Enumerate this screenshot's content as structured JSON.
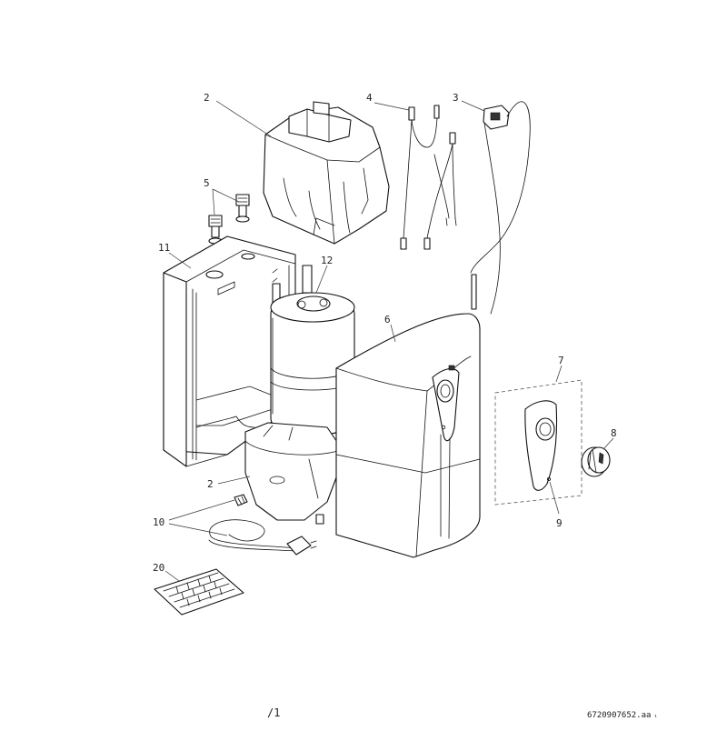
{
  "diagram": {
    "callouts": [
      {
        "id": "c2-top",
        "label": "2"
      },
      {
        "id": "c4",
        "label": "4"
      },
      {
        "id": "c3",
        "label": "3"
      },
      {
        "id": "c5",
        "label": "5"
      },
      {
        "id": "c11",
        "label": "11"
      },
      {
        "id": "c12",
        "label": "12"
      },
      {
        "id": "c6",
        "label": "6"
      },
      {
        "id": "c7",
        "label": "7"
      },
      {
        "id": "c8",
        "label": "8"
      },
      {
        "id": "c9",
        "label": "9"
      },
      {
        "id": "c2-bottom",
        "label": "2"
      },
      {
        "id": "c10",
        "label": "10"
      },
      {
        "id": "c20",
        "label": "20"
      }
    ]
  },
  "footer": {
    "page_number": "/1",
    "drawing_code": "6720907652.aa"
  }
}
